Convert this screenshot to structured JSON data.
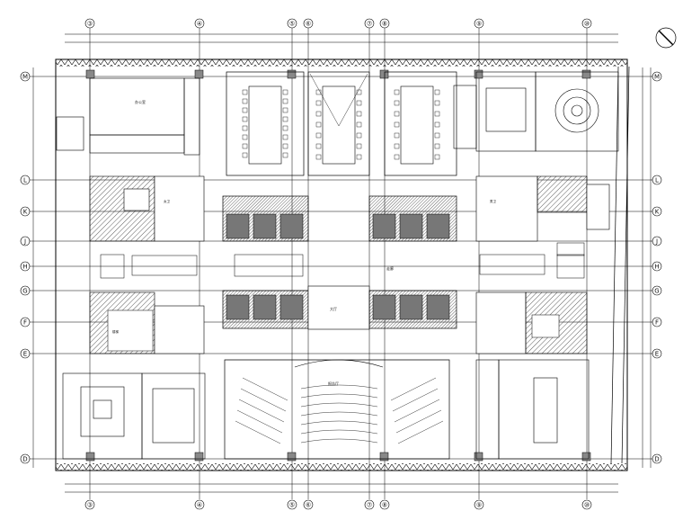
{
  "grid": {
    "columns": [
      "③",
      "④",
      "⑤",
      "⑥",
      "⑦",
      "⑧",
      "⑨",
      "⑩"
    ],
    "rows": [
      "M",
      "L",
      "K",
      "J",
      "H",
      "G",
      "F",
      "E",
      "D"
    ]
  },
  "north_symbol": "north-arrow",
  "room_labels": {
    "office": "办公室",
    "corridor": "走廊",
    "lobby": "大厅",
    "lecture_hall": "报告厅",
    "toilet_f": "女卫",
    "toilet_m": "男卫",
    "stair": "楼梯"
  },
  "colors": {
    "line": "#000000",
    "hatch": "#555555",
    "bg": "#ffffff"
  }
}
